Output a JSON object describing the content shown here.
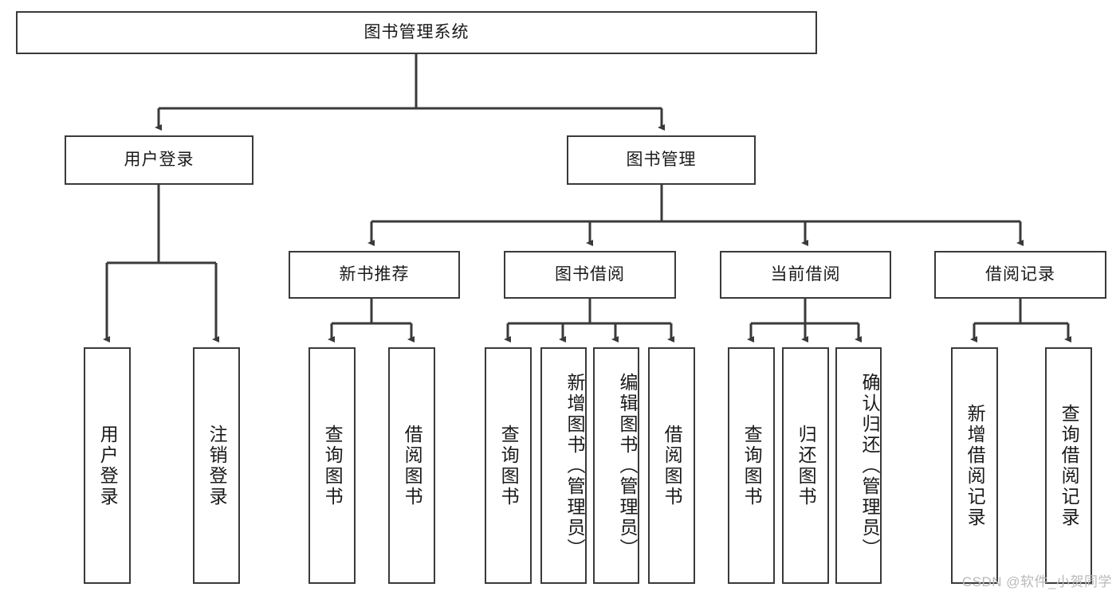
{
  "diagram": {
    "type": "tree",
    "title": "图书管理系统",
    "watermark": "CSDN @软件_小贺同学",
    "colors": {
      "border": "#3a3a3a",
      "background": "#ffffff",
      "text": "#1a1a1a",
      "connector": "#3a3a3a",
      "watermark": "#b9b9b9"
    },
    "levels": {
      "root": {
        "label": "图书管理系统"
      },
      "level2": [
        {
          "label": "用户登录"
        },
        {
          "label": "图书管理"
        }
      ],
      "level3": [
        {
          "label": "新书推荐"
        },
        {
          "label": "图书借阅"
        },
        {
          "label": "当前借阅"
        },
        {
          "label": "借阅记录"
        }
      ],
      "leaves": [
        {
          "label": "用户登录",
          "parent": "用户登录"
        },
        {
          "label": "注销登录",
          "parent": "用户登录"
        },
        {
          "label": "查询图书",
          "parent": "新书推荐"
        },
        {
          "label": "借阅图书",
          "parent": "新书推荐"
        },
        {
          "label": "查询图书",
          "parent": "图书借阅"
        },
        {
          "label": "新增图书（管理员）",
          "parent": "图书借阅"
        },
        {
          "label": "编辑图书（管理员）",
          "parent": "图书借阅"
        },
        {
          "label": "借阅图书",
          "parent": "图书借阅"
        },
        {
          "label": "查询图书",
          "parent": "当前借阅"
        },
        {
          "label": "归还图书",
          "parent": "当前借阅"
        },
        {
          "label": "确认归还（管理员）",
          "parent": "当前借阅"
        },
        {
          "label": "新增借阅记录",
          "parent": "借阅记录"
        },
        {
          "label": "查询借阅记录",
          "parent": "借阅记录"
        }
      ]
    }
  }
}
